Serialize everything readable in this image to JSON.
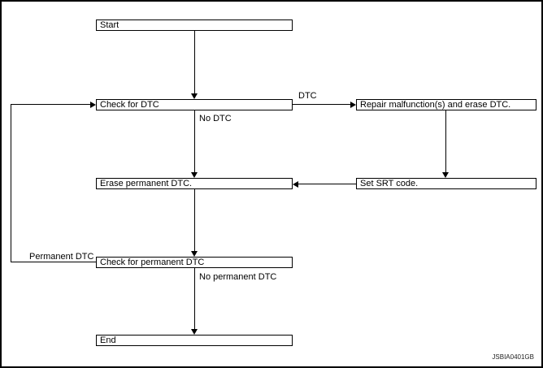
{
  "diagram": {
    "nodes": {
      "start": "Start",
      "check_dtc": "Check for DTC",
      "repair": "Repair malfunction(s) and erase DTC.",
      "erase_permanent": "Erase permanent DTC.",
      "set_srt": "Set SRT code.",
      "check_permanent": "Check for permanent DTC",
      "end": "End"
    },
    "edge_labels": {
      "dtc": "DTC",
      "no_dtc": "No DTC",
      "permanent_dtc": "Permanent DTC",
      "no_permanent_dtc": "No permanent DTC"
    },
    "figure_code": "JSBIA0401GB",
    "colors": {
      "line": "#000000",
      "background": "#ffffff"
    }
  }
}
